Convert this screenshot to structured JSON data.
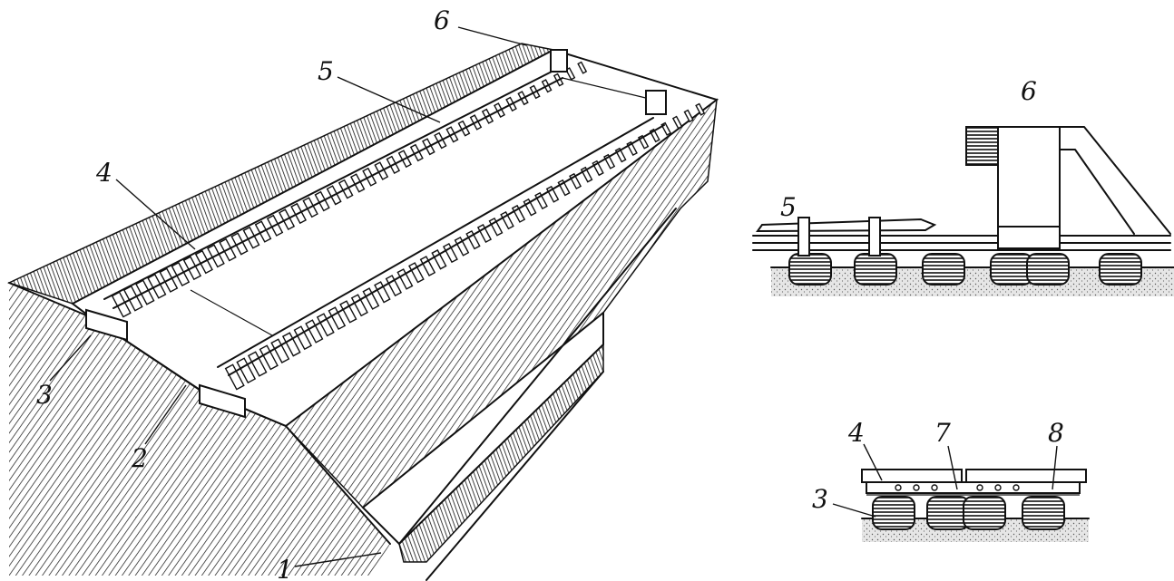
{
  "labels": {
    "l1": "1",
    "l2": "2",
    "l3": "3",
    "l4": "4",
    "l5": "5",
    "l6": "6",
    "r5": "5",
    "r6": "6",
    "b4": "4",
    "b7": "7",
    "b8": "8",
    "b3": "3"
  },
  "colors": {
    "ink": "#111111",
    "paper": "#ffffff",
    "ground": "#d8d8d8"
  }
}
